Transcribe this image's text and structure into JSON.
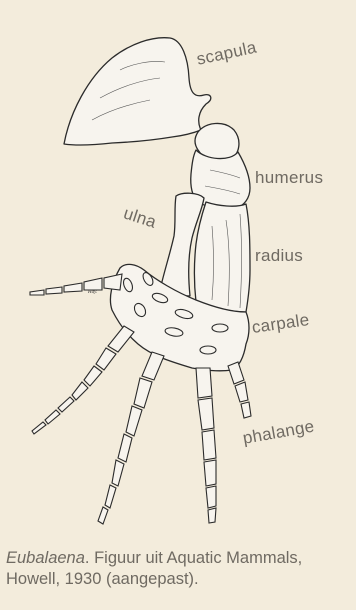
{
  "labels": {
    "scapula": "scapula",
    "humerus": "humerus",
    "ulna": "ulna",
    "radius": "radius",
    "carpale": "carpale",
    "phalange": "phalange"
  },
  "signature": "Hay.",
  "caption": {
    "genus": "Eubalaena",
    "rest_line1": ". Figuur uit Aquatic Mammals,",
    "line2": "Howell, 1930 (aangepast)."
  },
  "colors": {
    "background": "#f3ecdc",
    "bone_fill": "#f7f4ee",
    "outline": "#2b2b2b",
    "label_text": "#6f6a62"
  }
}
